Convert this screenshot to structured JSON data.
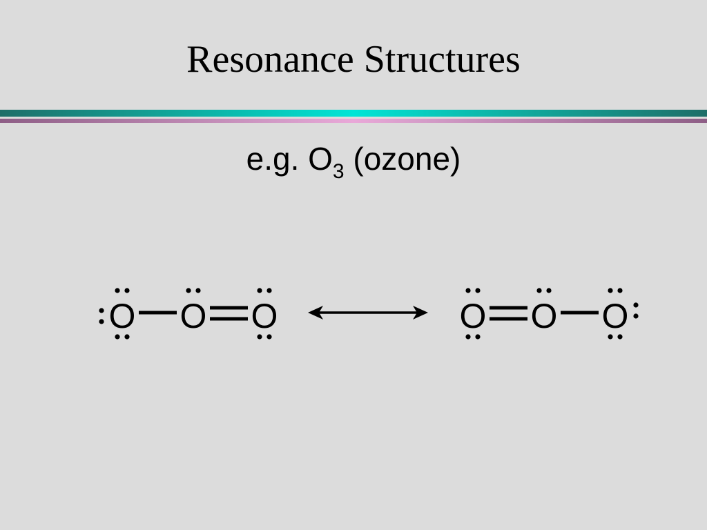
{
  "slide": {
    "title": "Resonance Structures",
    "subtitle_prefix": "e.g. O",
    "subtitle_subscript": "3",
    "subtitle_suffix": " (ozone)"
  },
  "diagram": {
    "structures": [
      {
        "name": "left",
        "atoms": [
          {
            "symbol": "O",
            "lone_pairs": [
              "top",
              "bottom",
              "left"
            ]
          },
          {
            "symbol": "O",
            "lone_pairs": [
              "top"
            ]
          },
          {
            "symbol": "O",
            "lone_pairs": [
              "top",
              "bottom"
            ]
          }
        ],
        "bonds": [
          1,
          2
        ]
      },
      {
        "name": "right",
        "atoms": [
          {
            "symbol": "O",
            "lone_pairs": [
              "top",
              "bottom"
            ]
          },
          {
            "symbol": "O",
            "lone_pairs": [
              "top"
            ]
          },
          {
            "symbol": "O",
            "lone_pairs": [
              "top",
              "bottom",
              "right"
            ]
          }
        ],
        "bonds": [
          2,
          1
        ]
      }
    ],
    "arrow": "double-headed-arrow"
  }
}
